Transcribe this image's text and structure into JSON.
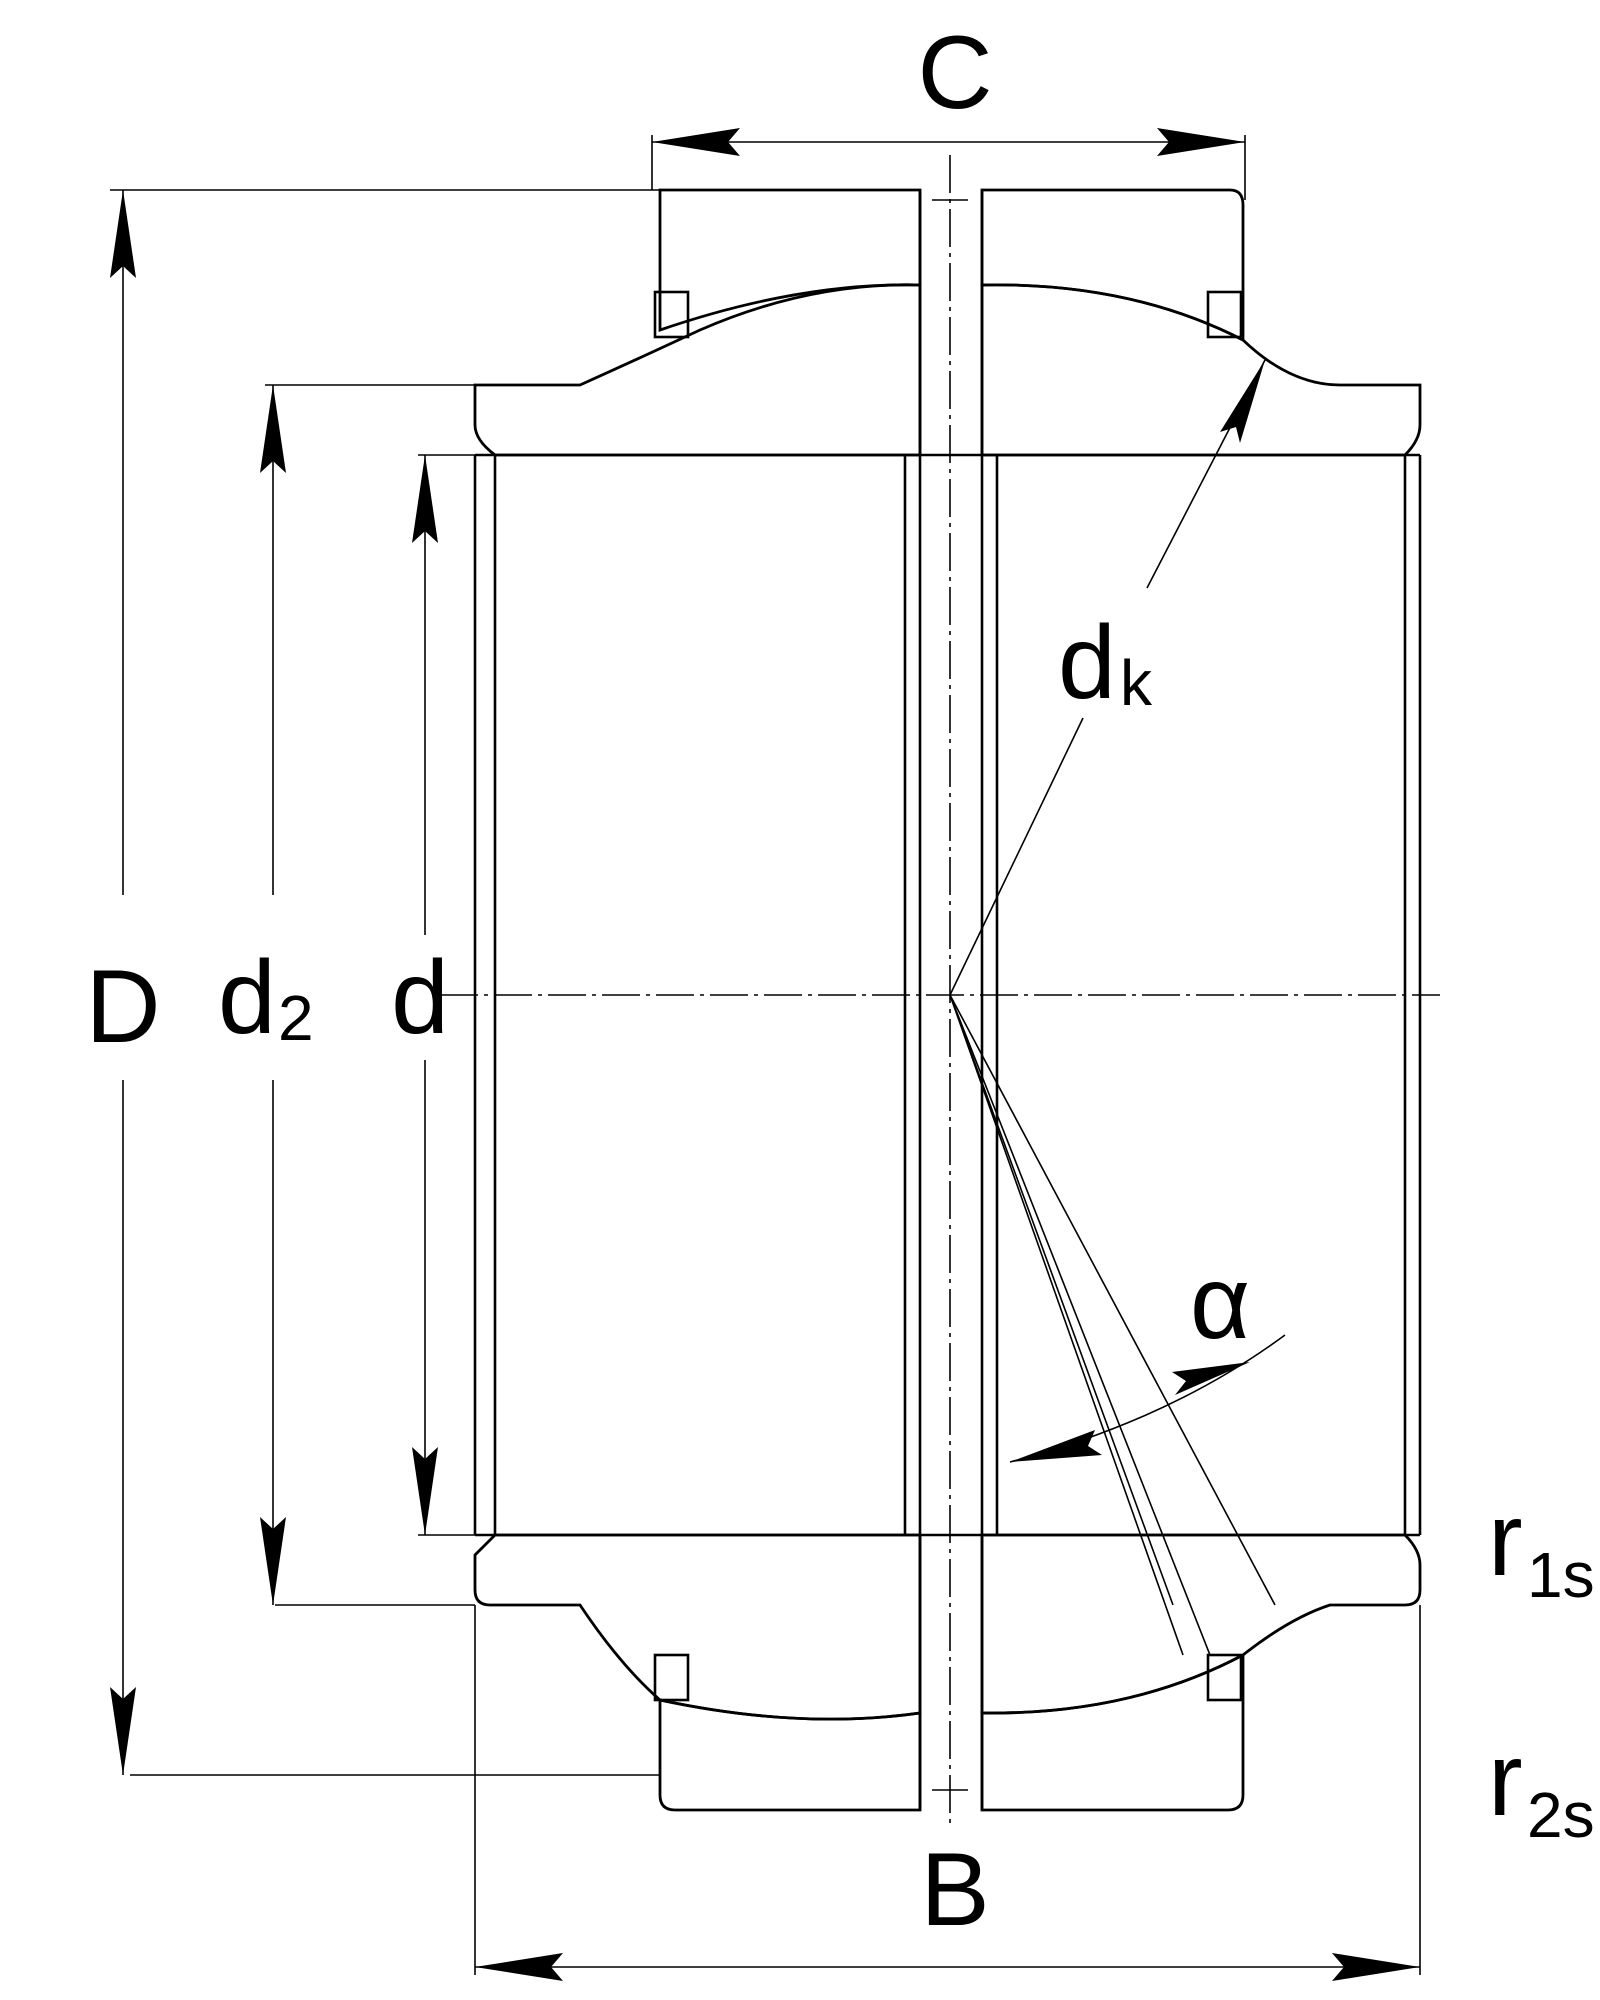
{
  "drawing": {
    "labels": {
      "C": "C",
      "D": "D",
      "d2_main": "d",
      "d2_sub": "2",
      "d": "d",
      "dk_main": "d",
      "dk_sub": "k",
      "alpha": "α",
      "r1s_main": "r",
      "r1s_sub": "1s",
      "r2s_main": "r",
      "r2s_sub": "2s",
      "B": "B"
    }
  }
}
